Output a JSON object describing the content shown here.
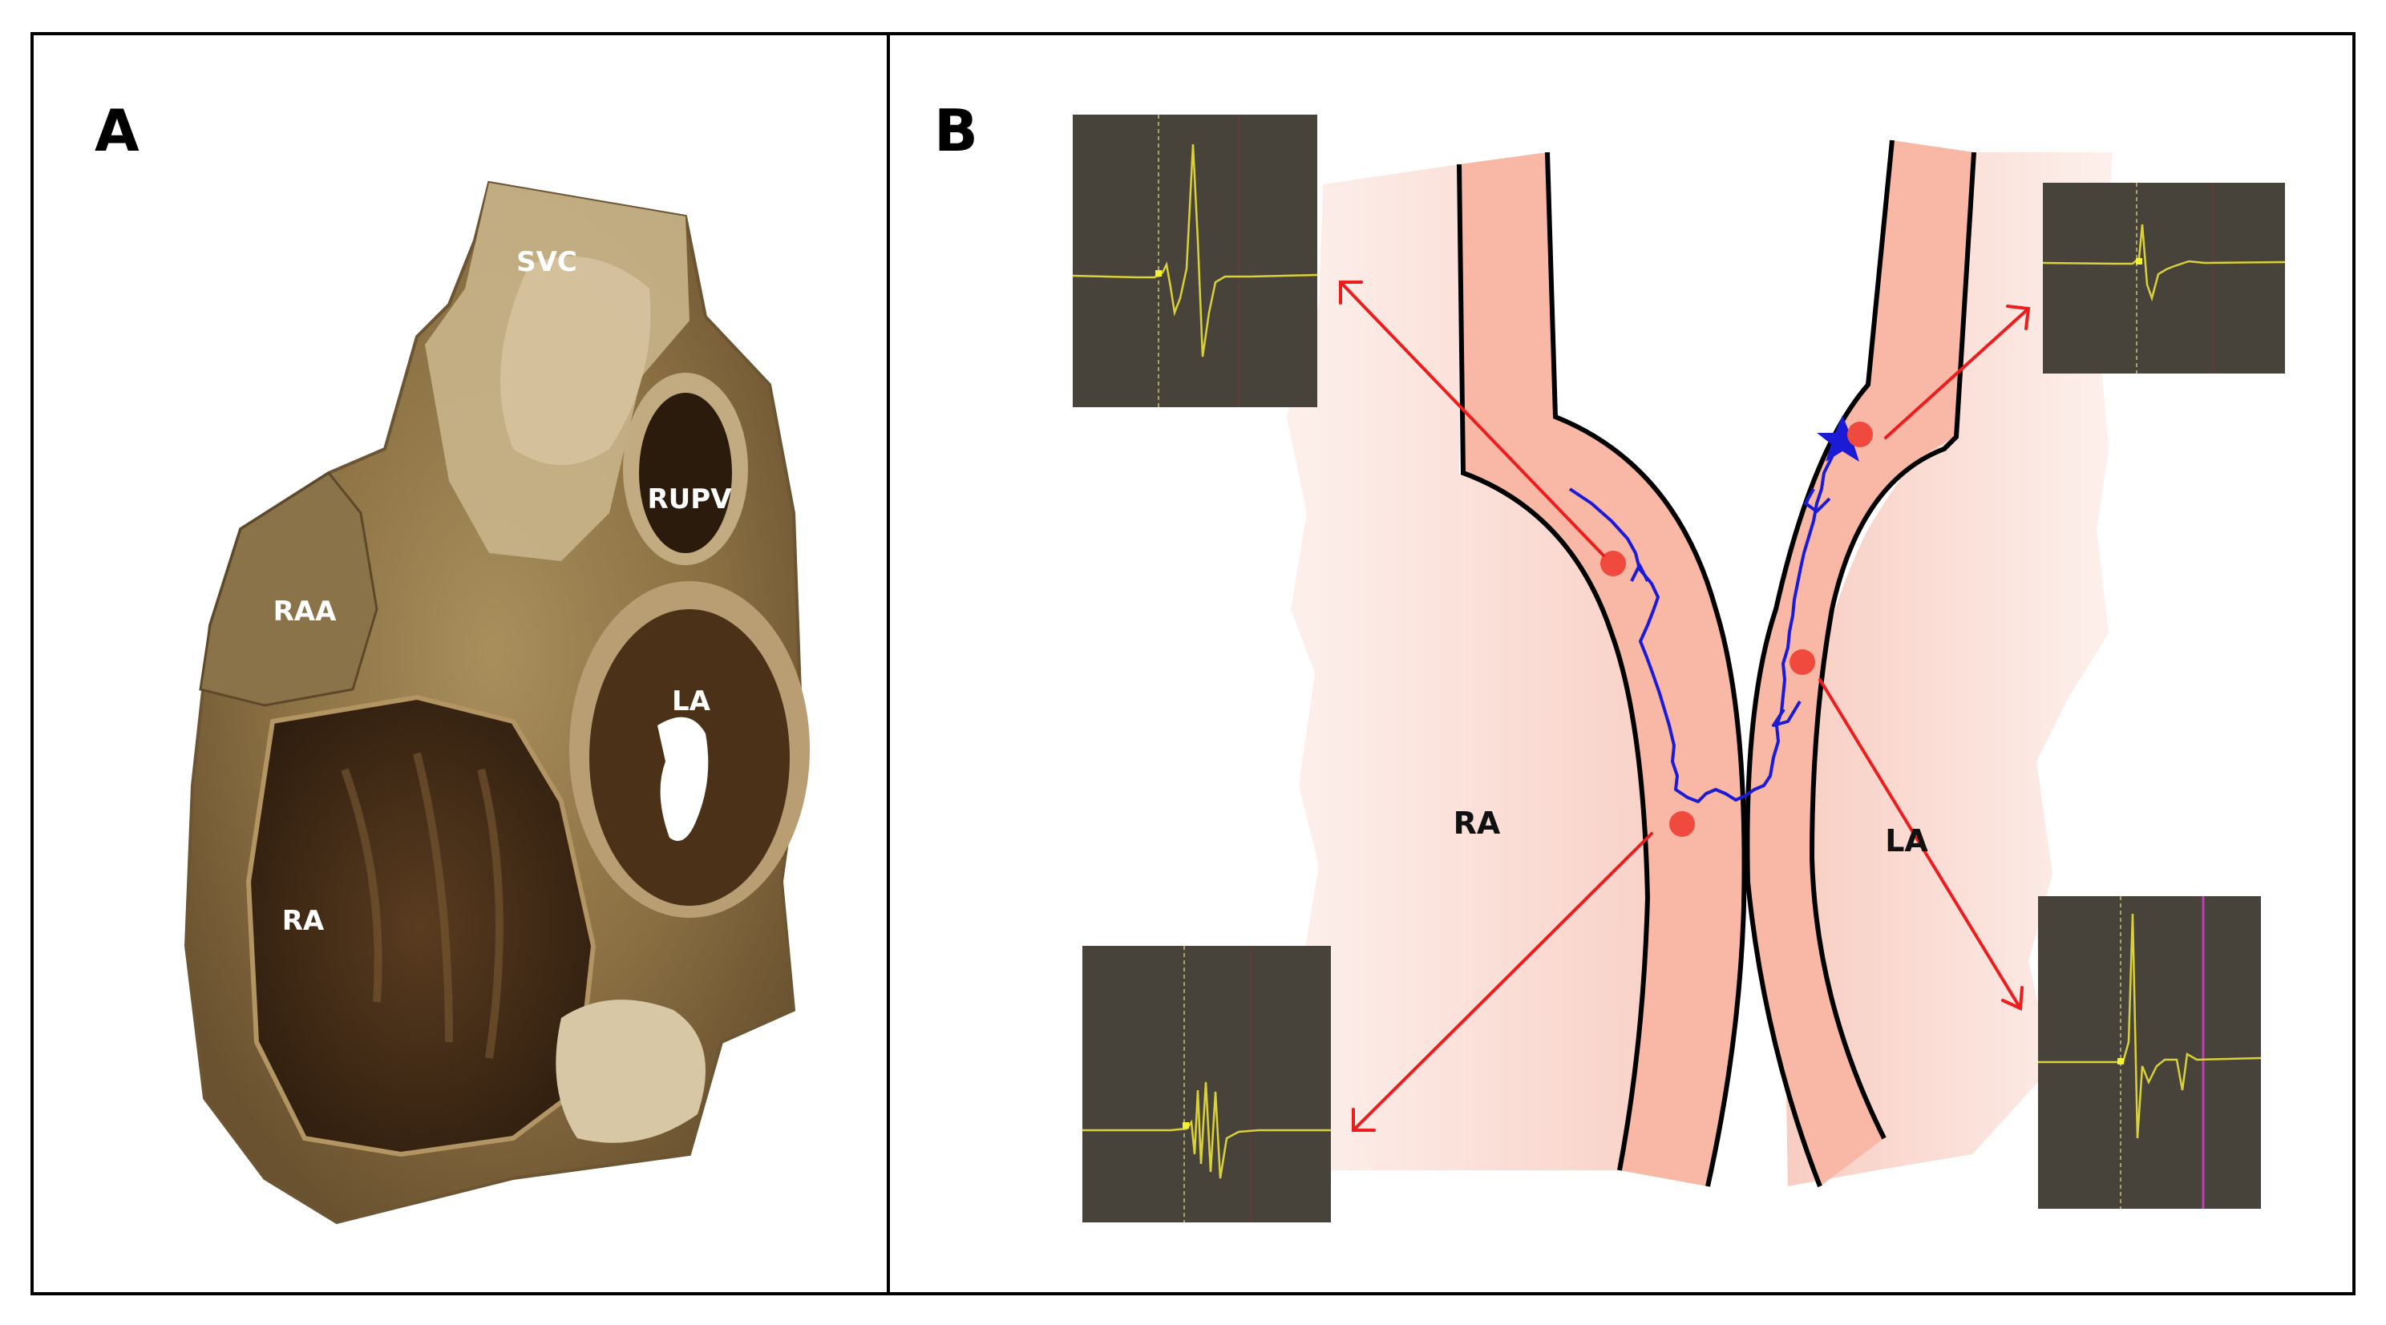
{
  "panels": {
    "a": {
      "letter": "A"
    },
    "b": {
      "letter": "B"
    }
  },
  "photo_labels": {
    "svc": "SVC",
    "rupv": "RUPV",
    "raa": "RAA",
    "la": "LA",
    "ra": "RA"
  },
  "diagram_labels": {
    "ra": "RA",
    "la": "LA"
  },
  "colors": {
    "tissue": "#f9b8a6",
    "chamber_fill": "#f8cfc4",
    "arrow": "#ee1c1c",
    "marker": "#f04a3e",
    "activation_path": "#1b1bd6",
    "egm_bg": "#48433a",
    "egm_trace": "#d9d13b",
    "egm_stim": "#c23bb8"
  },
  "icons": {
    "origin": "star-icon",
    "recording_site": "circle-marker-icon"
  }
}
